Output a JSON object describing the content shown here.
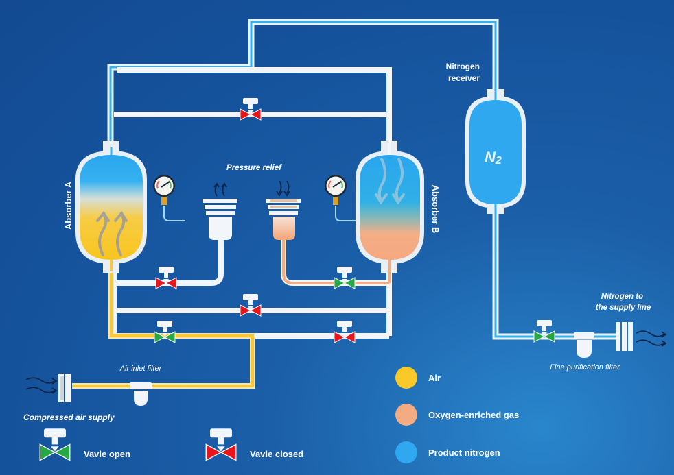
{
  "title": "Nitrogen generator (PSA) process diagram",
  "colors": {
    "background": "#1a5aa3",
    "pipe": "#f2f6fa",
    "air": "#f8c928",
    "oxygen_enriched": "#f3ab82",
    "nitrogen": "#2fa8f0",
    "valve_open": "#27a844",
    "valve_closed": "#e8161c",
    "arrow_dark": "#0d2548"
  },
  "labels": {
    "absorber_a": "Absorber A",
    "absorber_b": "Absorber B",
    "nitrogen_receiver_line1": "Nitrogen",
    "nitrogen_receiver_line2": "receiver",
    "n2_symbol": "N",
    "n2_subscript": "2",
    "pressure_relief": "Pressure relief",
    "nitrogen_to_supply_line1": "Nitrogen to",
    "nitrogen_to_supply_line2": "the supply line",
    "fine_purification_filter": "Fine purification filter",
    "air_inlet_filter": "Air inlet filter",
    "compressed_air_supply": "Compressed air supply"
  },
  "components": {
    "absorber_a": {
      "contents": [
        "nitrogen",
        "air"
      ],
      "flow": "up"
    },
    "absorber_b": {
      "contents": [
        "nitrogen",
        "oxygen_enriched"
      ],
      "flow": "down"
    },
    "nitrogen_receiver": {
      "contents": "nitrogen"
    },
    "silencer_left": {
      "flow": "out",
      "state": "idle"
    },
    "silencer_right": {
      "flow": "in",
      "state": "active"
    }
  },
  "valves": [
    {
      "id": "top-bridge",
      "state": "closed"
    },
    {
      "id": "a-exhaust",
      "state": "closed"
    },
    {
      "id": "b-exhaust",
      "state": "open"
    },
    {
      "id": "middle-bridge",
      "state": "closed"
    },
    {
      "id": "a-inlet",
      "state": "open"
    },
    {
      "id": "b-inlet",
      "state": "closed"
    },
    {
      "id": "nitrogen-outlet",
      "state": "open"
    }
  ],
  "legend": {
    "valves": [
      {
        "state": "open",
        "label": "Vavle open"
      },
      {
        "state": "closed",
        "label": "Vavle closed"
      }
    ],
    "media": [
      {
        "key": "air",
        "label": "Air",
        "color": "#f8c928"
      },
      {
        "key": "oxygen_enriched",
        "label": "Oxygen-enriched gas",
        "color": "#f3ab82"
      },
      {
        "key": "nitrogen",
        "label": "Product nitrogen",
        "color": "#2fa8f0"
      }
    ]
  }
}
